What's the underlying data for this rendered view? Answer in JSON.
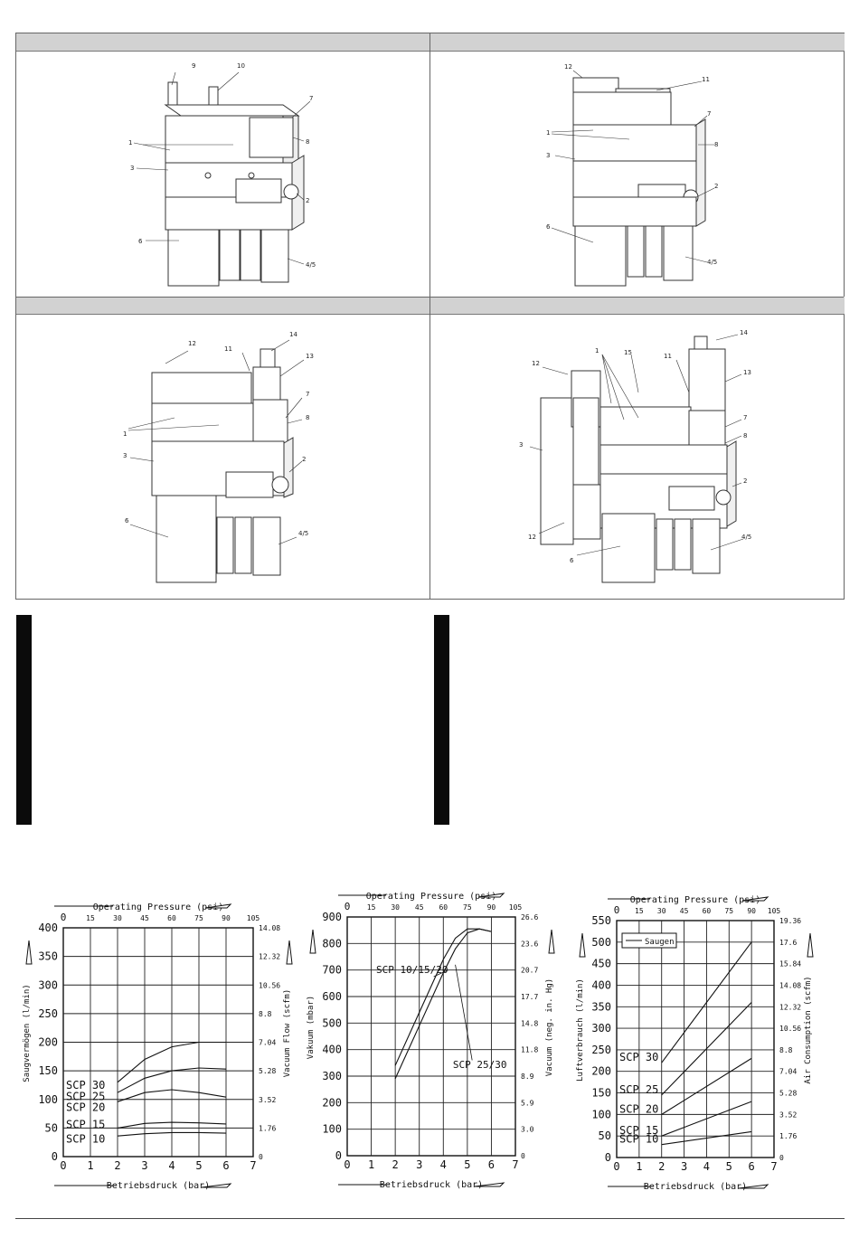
{
  "callouts": {
    "d1": [
      "9",
      "10",
      "7",
      "1",
      "8",
      "3",
      "2",
      "6",
      "4/5"
    ],
    "d2": [
      "12",
      "11",
      "7",
      "1",
      "8",
      "3",
      "2",
      "6",
      "4/5"
    ],
    "d3": [
      "12",
      "11",
      "14",
      "13",
      "7",
      "1",
      "8",
      "3",
      "2",
      "6",
      "4/5"
    ],
    "d4": [
      "14",
      "12",
      "1",
      "15",
      "11",
      "13",
      "7",
      "8",
      "3",
      "2",
      "12",
      "6",
      "4/5"
    ]
  },
  "chart_data": [
    {
      "type": "line",
      "top_axis_label": "Operating Pressure (psi)",
      "top_ticks": [
        "0",
        "15",
        "30",
        "45",
        "60",
        "75",
        "90",
        "105"
      ],
      "xlabel": "Betriebsdruck (bar)",
      "x_ticks": [
        "0",
        "1",
        "2",
        "3",
        "4",
        "5",
        "6",
        "7"
      ],
      "ylabel": "Saugvermögen (l/min)",
      "y_ticks": [
        "0",
        "50",
        "100",
        "150",
        "200",
        "250",
        "300",
        "350",
        "400"
      ],
      "right_label": "Vacuum Flow (scfm)",
      "right_ticks": [
        "0",
        "1.76",
        "3.52",
        "5.28",
        "7.04",
        "8.8",
        "10.56",
        "12.32",
        "14.08"
      ],
      "xlim": [
        0,
        7
      ],
      "ylim": [
        0,
        400
      ],
      "grid": true,
      "series": [
        {
          "name": "SCP 30",
          "x": [
            2,
            3,
            4,
            5,
            6
          ],
          "values": [
            130,
            170,
            192,
            200,
            200
          ]
        },
        {
          "name": "SCP 25",
          "x": [
            2,
            3,
            4,
            5,
            6
          ],
          "values": [
            112,
            137,
            150,
            155,
            153
          ]
        },
        {
          "name": "SCP 20",
          "x": [
            2,
            3,
            4,
            5,
            6
          ],
          "values": [
            96,
            112,
            117,
            112,
            104
          ]
        },
        {
          "name": "SCP 15",
          "x": [
            2,
            3,
            4,
            5,
            6
          ],
          "values": [
            50,
            58,
            60,
            59,
            57
          ]
        },
        {
          "name": "SCP 10",
          "x": [
            2,
            3,
            4,
            5,
            6
          ],
          "values": [
            36,
            40,
            42,
            42,
            41
          ]
        }
      ]
    },
    {
      "type": "line",
      "top_axis_label": "Operating Pressure (psi)",
      "top_ticks": [
        "0",
        "15",
        "30",
        "45",
        "60",
        "75",
        "90",
        "105"
      ],
      "xlabel": "Betriebsdruck (bar)",
      "x_ticks": [
        "0",
        "1",
        "2",
        "3",
        "4",
        "5",
        "6",
        "7"
      ],
      "ylabel": "Vakuum (mbar)",
      "y_ticks": [
        "0",
        "100",
        "200",
        "300",
        "400",
        "500",
        "600",
        "700",
        "800",
        "900"
      ],
      "right_label": "Vacuum (neg. in. Hg)",
      "right_ticks": [
        "0",
        "3.0",
        "5.9",
        "8.9",
        "11.8",
        "14.8",
        "17.7",
        "20.7",
        "23.6",
        "26.6"
      ],
      "xlim": [
        0,
        7
      ],
      "ylim": [
        0,
        900
      ],
      "grid": true,
      "series": [
        {
          "name": "SCP 10/15/20",
          "x": [
            2,
            3,
            4,
            4.5,
            5,
            5.5,
            6
          ],
          "values": [
            340,
            540,
            740,
            820,
            855,
            855,
            845
          ]
        },
        {
          "name": "SCP 25/30",
          "x": [
            2,
            3,
            4,
            4.5,
            5,
            5.5,
            6
          ],
          "values": [
            290,
            490,
            690,
            780,
            840,
            855,
            845
          ]
        }
      ]
    },
    {
      "type": "line",
      "top_axis_label": "Operating Pressure (psi)",
      "top_ticks": [
        "0",
        "15",
        "30",
        "45",
        "60",
        "75",
        "90",
        "105"
      ],
      "xlabel": "Betriebsdruck (bar)",
      "x_ticks": [
        "0",
        "1",
        "2",
        "3",
        "4",
        "5",
        "6",
        "7"
      ],
      "ylabel": "Luftverbrauch (l/min)",
      "y_ticks": [
        "0",
        "50",
        "100",
        "150",
        "200",
        "250",
        "300",
        "350",
        "400",
        "450",
        "500",
        "550"
      ],
      "right_label": "Air Consumption (scfm)",
      "right_ticks": [
        "0",
        "1.76",
        "3.52",
        "5.28",
        "7.04",
        "8.8",
        "10.56",
        "12.32",
        "14.08",
        "15.84",
        "17.6",
        "19.36"
      ],
      "xlim": [
        0,
        7
      ],
      "ylim": [
        0,
        550
      ],
      "grid": true,
      "legend": {
        "label": "Saugen",
        "position": "top-left"
      },
      "series": [
        {
          "name": "SCP 30",
          "x": [
            2,
            6
          ],
          "values": [
            220,
            500
          ]
        },
        {
          "name": "SCP 25",
          "x": [
            2,
            6
          ],
          "values": [
            145,
            360
          ]
        },
        {
          "name": "SCP 20",
          "x": [
            2,
            6
          ],
          "values": [
            100,
            230
          ]
        },
        {
          "name": "SCP 15",
          "x": [
            2,
            6
          ],
          "values": [
            50,
            130
          ]
        },
        {
          "name": "SCP 10",
          "x": [
            2,
            6
          ],
          "values": [
            30,
            60
          ]
        }
      ]
    }
  ]
}
